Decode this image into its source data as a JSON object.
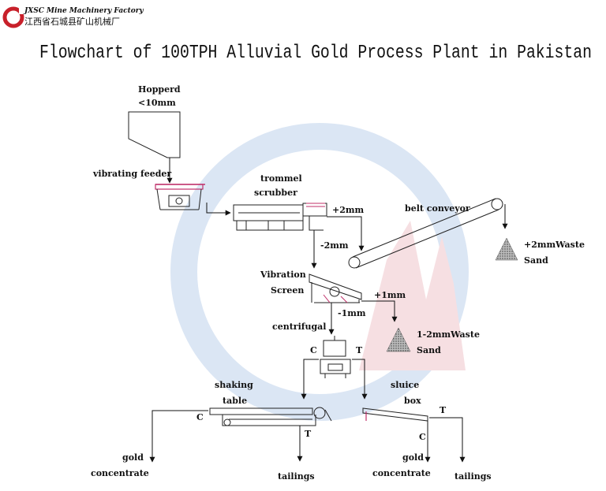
{
  "logo": {
    "company_en": "JXSC Mine Machinery Factory",
    "company_cn": "江西省石城县矿山机械厂"
  },
  "title": "Flowchart of 100TPH Alluvial Gold Process Plant in Pakistan",
  "nodes": {
    "hopper": {
      "name": "Hopperd",
      "size": "<10mm"
    },
    "vibrating_feeder": "vibrating feeder",
    "trommel_scrubber_line1": "trommel",
    "trommel_scrubber_line2": "scrubber",
    "belt_conveyor": "belt conveyor",
    "vibration_screen_line1": "Vibration",
    "vibration_screen_line2": "Screen",
    "centrifugal": "centrifugal",
    "shaking_table_line1": "shaking",
    "shaking_table_line2": "table",
    "sluice_box_line1": "sluice",
    "sluice_box_line2": "box"
  },
  "flow_labels": {
    "plus_2mm": "+2mm",
    "minus_2mm": "-2mm",
    "plus_1mm": "+1mm",
    "minus_1mm": "-1mm",
    "waste_2mm_line1": "+2mmWaste",
    "waste_2mm_line2": "Sand",
    "waste_1_2mm_line1": "1-2mmWaste",
    "waste_1_2mm_line2": "Sand",
    "centrifugal_c": "C",
    "centrifugal_t": "T",
    "table_c": "C",
    "table_t": "T",
    "sluice_c": "C",
    "sluice_t": "T"
  },
  "outputs": {
    "table_gold_line1": "gold",
    "table_gold_line2": "concentrate",
    "table_tailings": "tailings",
    "sluice_gold_line1": "gold",
    "sluice_gold_line2": "concentrate",
    "sluice_tailings": "tailings"
  },
  "colors": {
    "logo_red": "#c8202a",
    "watermark_blue": "#c9daf0",
    "watermark_red": "#f3d3d6",
    "line": "#111111",
    "feeder_accent": "#c0306a"
  }
}
